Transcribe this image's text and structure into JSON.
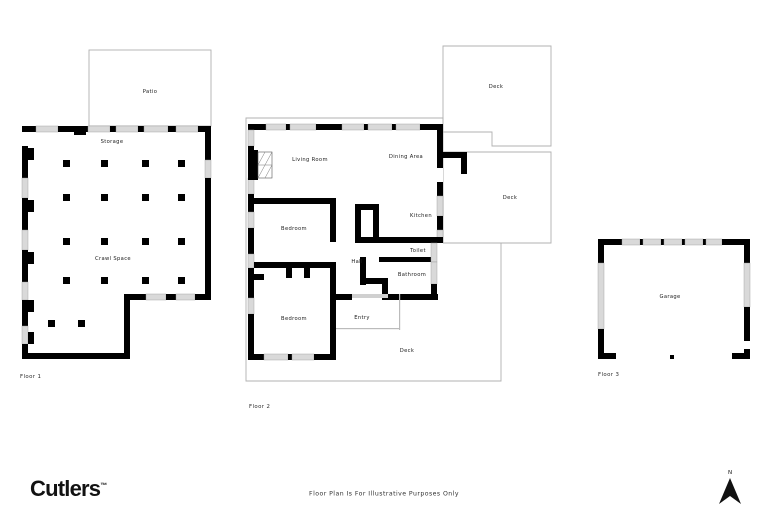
{
  "document": {
    "type": "floor-plan",
    "disclaimer": "Floor Plan Is For Illustrative Purposes Only",
    "brand": "Cutlers",
    "brand_tm": "™",
    "north_label": "N"
  },
  "floors": [
    {
      "id": "floor-1",
      "label": "Floor 1",
      "rooms": [
        {
          "name": "Patio",
          "label": "Patio"
        },
        {
          "name": "Storage",
          "label": "Storage"
        },
        {
          "name": "Crawl Space",
          "label": "Crawl Space"
        }
      ]
    },
    {
      "id": "floor-2",
      "label": "Floor 2",
      "rooms": [
        {
          "name": "Living Room",
          "label": "Living Room"
        },
        {
          "name": "Dining Area",
          "label": "Dining Area"
        },
        {
          "name": "Kitchen",
          "label": "Kitchen"
        },
        {
          "name": "Toilet",
          "label": "Toilet"
        },
        {
          "name": "Bathroom",
          "label": "Bathroom"
        },
        {
          "name": "Hall",
          "label": "Hall"
        },
        {
          "name": "Bedroom Upper",
          "label": "Bedroom"
        },
        {
          "name": "Bedroom Lower",
          "label": "Bedroom"
        },
        {
          "name": "Entry",
          "label": "Entry"
        },
        {
          "name": "Deck Lower",
          "label": "Deck"
        },
        {
          "name": "Deck North",
          "label": "Deck"
        },
        {
          "name": "Deck East",
          "label": "Deck"
        }
      ]
    },
    {
      "id": "floor-3",
      "label": "Floor 3",
      "rooms": [
        {
          "name": "Garage",
          "label": "Garage"
        }
      ]
    }
  ],
  "labels": {
    "patio": "Patio",
    "storage": "Storage",
    "crawl_space": "Crawl Space",
    "floor1": "Floor 1",
    "living_room": "Living Room",
    "dining_area": "Dining Area",
    "kitchen": "Kitchen",
    "toilet": "Toilet",
    "bathroom": "Bathroom",
    "hall": "Hall",
    "bedroom_upper": "Bedroom",
    "bedroom_lower": "Bedroom",
    "entry": "Entry",
    "deck_main": "Deck",
    "deck_north": "Deck",
    "deck_east": "Deck",
    "floor2": "Floor 2",
    "garage": "Garage",
    "floor3": "Floor 3"
  },
  "colors": {
    "wall": "#000000",
    "window": "#d9d9d9",
    "thin_outline": "#b5b5b5",
    "background": "#ffffff",
    "text": "#1a1a1a"
  }
}
